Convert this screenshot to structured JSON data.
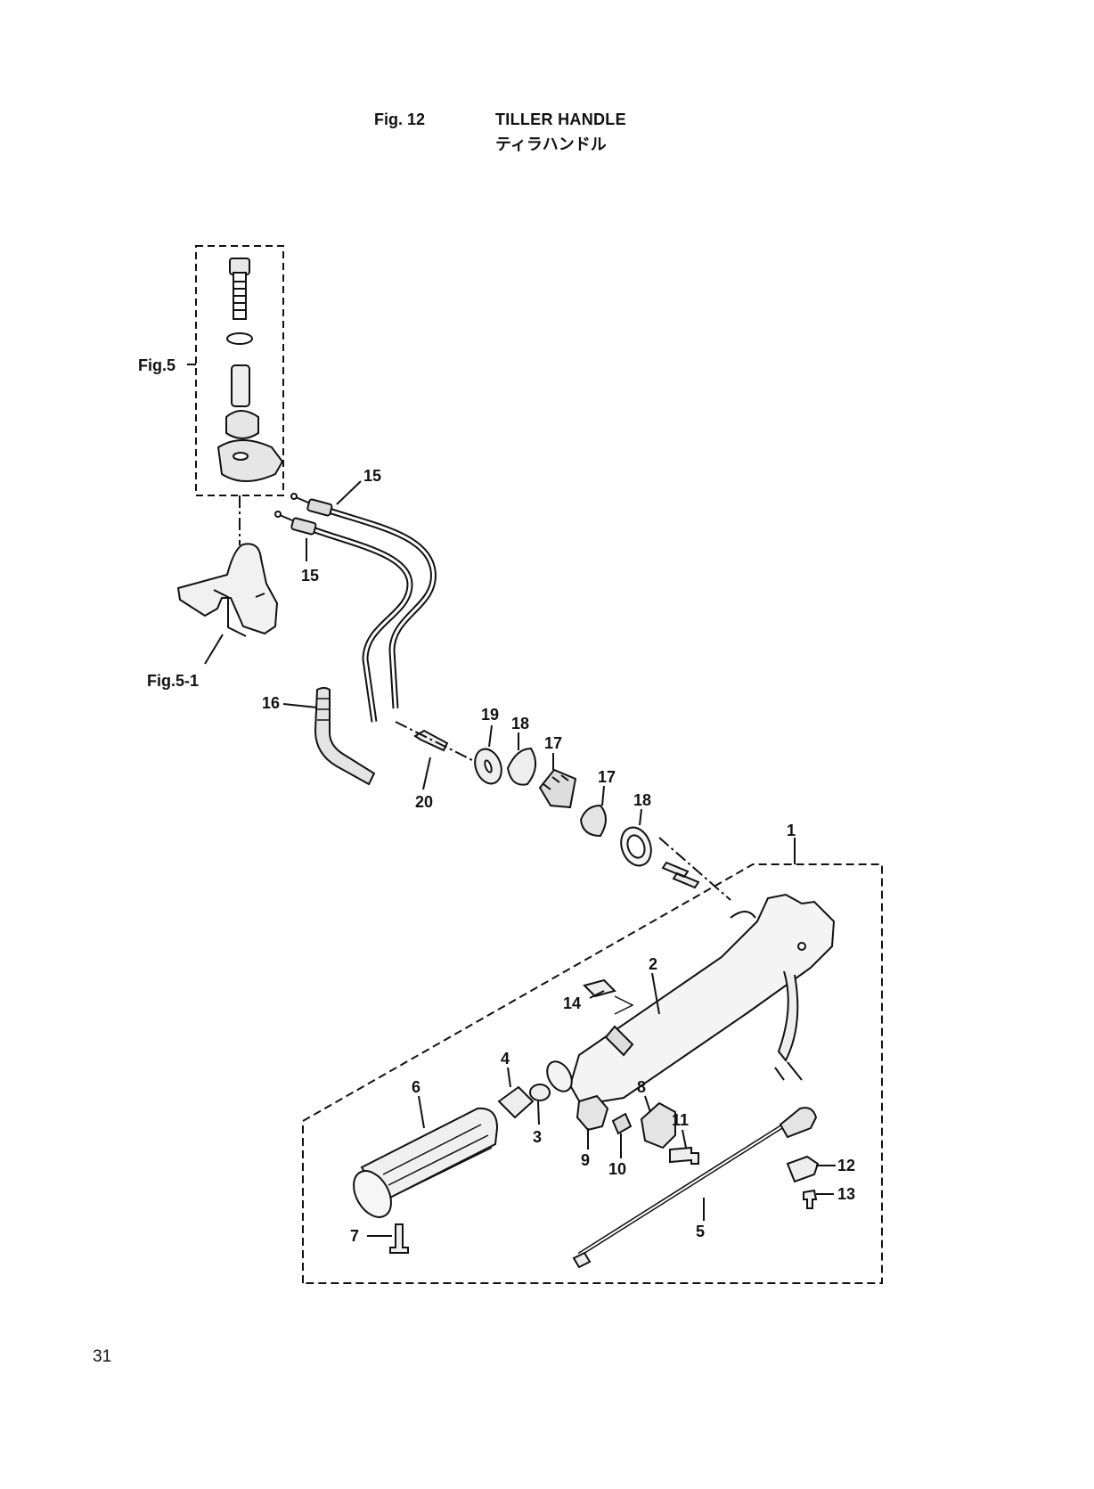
{
  "header": {
    "figure_number": "Fig. 12",
    "title_en": "TILLER HANDLE",
    "title_jp": "ティラハンドル"
  },
  "references": {
    "fig5": "Fig.5",
    "fig5_1": "Fig.5-1"
  },
  "callouts": [
    "1",
    "2",
    "3",
    "4",
    "5",
    "6",
    "7",
    "8",
    "9",
    "10",
    "11",
    "12",
    "13",
    "14",
    "15",
    "15",
    "16",
    "17",
    "17",
    "18",
    "18",
    "19",
    "20"
  ],
  "page_number": "31"
}
